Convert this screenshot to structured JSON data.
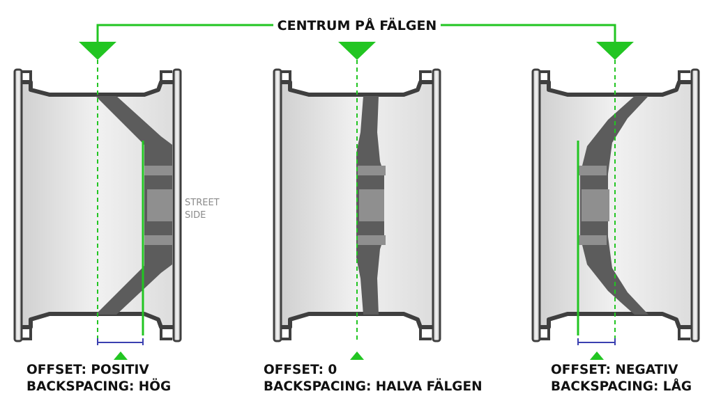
{
  "title": "CENTRUM PÅ FÄLGEN",
  "street_label": [
    "STREET",
    "SIDE"
  ],
  "wheels": [
    {
      "id": "positive",
      "offset_label": "OFFSET: POSITIV",
      "backspacing_label": "BACKSPACING: HÖG"
    },
    {
      "id": "zero",
      "offset_label": "OFFSET: 0",
      "backspacing_label": "BACKSPACING: HALVA FÄLGEN"
    },
    {
      "id": "negative",
      "offset_label": "OFFSET: NEGATIV",
      "backspacing_label": "BACKSPACING: LÅG"
    }
  ],
  "colors": {
    "accent_green": "#22c522",
    "rim_fill": "#e6e6e6",
    "rim_stroke": "#3f3f3f",
    "disc": "#5c5c5c",
    "hub": "#8f8f8f",
    "bracket": "#3a3fb0"
  }
}
